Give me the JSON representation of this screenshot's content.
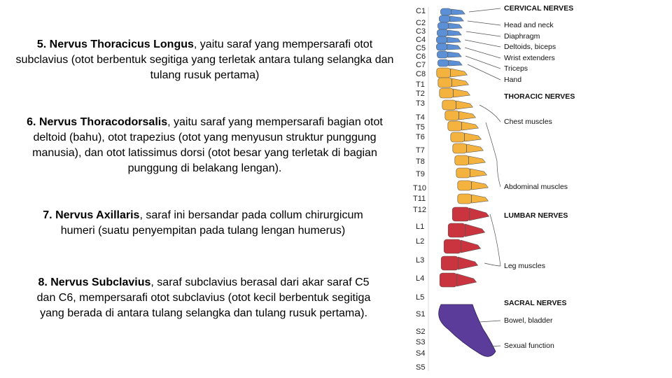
{
  "paragraphs": [
    {
      "title": "5. Nervus Thoracicus Longus",
      "text": ", yaitu saraf yang mempersarafi otot subclavius (otot berbentuk segitiga yang terletak antara tulang selangka dan tulang rusuk pertama)"
    },
    {
      "title": "6. Nervus Thoracodorsalis",
      "text": ", yaitu saraf yang mempersarafi bagian otot deltoid (bahu), otot trapezius (otot yang menyusun struktur punggung manusia), dan otot latissimus dorsi (otot besar yang terletak di bagian punggung di belakang lengan)."
    },
    {
      "title": "7. Nervus Axillaris",
      "text": ", saraf  ini bersandar pada collum chirurgicum humeri (suatu penyempitan pada tulang lengan humerus)"
    },
    {
      "title": "8. Nervus Subclavius",
      "text": ", saraf subclavius berasal dari akar saraf C5 dan C6, mempersarafi otot subclavius (otot kecil berbentuk segitiga yang berada di antara tulang selangka dan tulang rusuk pertama)."
    }
  ],
  "spine": {
    "vertebrae": [
      "C1",
      "C2",
      "C3",
      "C4",
      "C5",
      "C6",
      "C7",
      "C8",
      "T1",
      "T2",
      "T3",
      "T4",
      "T5",
      "T6",
      "T7",
      "T8",
      "T9",
      "T10",
      "T11",
      "T12",
      "L1",
      "L2",
      "L3",
      "L4",
      "L5",
      "S1",
      "S2",
      "S3",
      "S4",
      "S5"
    ],
    "sections": [
      {
        "name": "cervical",
        "header": "CERVICAL NERVES",
        "color": "#5b8fd6",
        "targets": [
          "Head and neck",
          "Diaphragm",
          "Deltoids, biceps",
          "Wrist extenders",
          "Triceps",
          "Hand"
        ]
      },
      {
        "name": "thoracic",
        "header": "THORACIC NERVES",
        "color": "#f4b23f",
        "targets": [
          "Chest muscles",
          "Abdominal muscles"
        ]
      },
      {
        "name": "lumbar",
        "header": "LUMBAR NERVES",
        "color": "#c9343f",
        "targets": [
          "Leg muscles"
        ]
      },
      {
        "name": "sacral",
        "header": "SACRAL NERVES",
        "color": "#5b3c9a",
        "targets": [
          "Bowel, bladder",
          "Sexual function"
        ]
      }
    ]
  }
}
